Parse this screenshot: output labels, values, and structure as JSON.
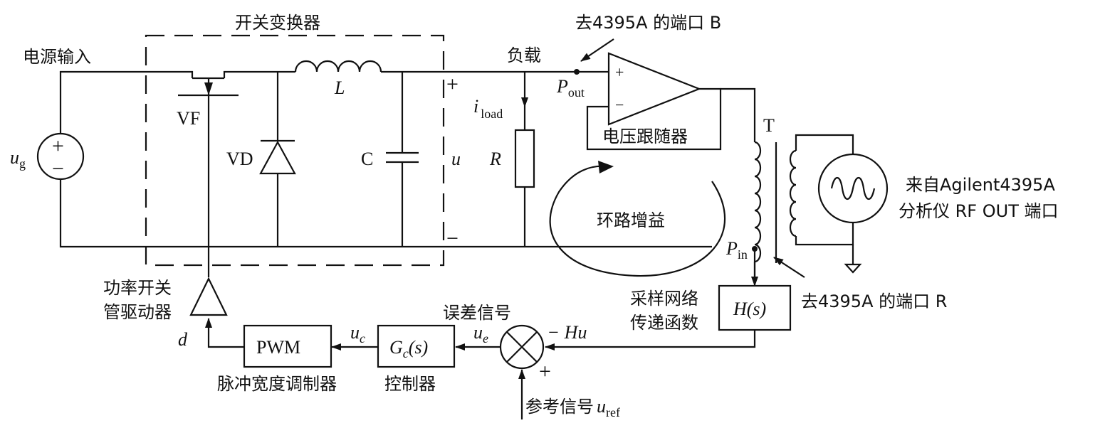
{
  "labels": {
    "switch_converter": "开关变换器",
    "power_input": "电源输入",
    "load": "负载",
    "to_port_b": "去4395A 的端口 B",
    "voltage_follower": "电压跟随器",
    "loop_gain": "环路增益",
    "from_agilent_line1": "来自Agilent4395A",
    "from_agilent_line2": "分析仪 RF OUT 端口",
    "to_port_r": "去4395A 的端口 R",
    "sampling_network_line1": "采样网络",
    "sampling_network_line2": "传递函数",
    "driver_line1": "功率开关",
    "driver_line2": "管驱动器",
    "error_signal": "误差信号",
    "pwm_modulator": "脉冲宽度调制器",
    "controller": "控制器",
    "reference_signal": "参考信号"
  },
  "components": {
    "vf": "VF",
    "vd": "VD",
    "c": "C",
    "inductor": "L",
    "resistor": "R",
    "transformer": "T",
    "pwm": "PWM",
    "controller_tf": "G",
    "controller_tf_sub": "c",
    "controller_tf_arg": "(s)",
    "sampling_tf": "H(s)"
  },
  "signals": {
    "ug": "u",
    "ug_sub": "g",
    "u": "u",
    "iload": "i",
    "iload_sub": "load",
    "pout": "P",
    "pout_sub": "out",
    "pin": "P",
    "pin_sub": "in",
    "d": "d",
    "uc": "u",
    "uc_sub": "c",
    "ue": "u",
    "ue_sub": "e",
    "hu": "Hu",
    "uref": "u",
    "uref_sub": "ref",
    "plus": "+",
    "minus": "−"
  }
}
